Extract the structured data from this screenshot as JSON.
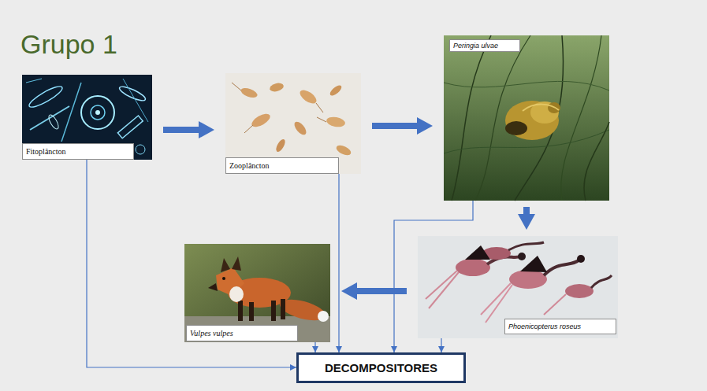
{
  "diagram": {
    "title": "Grupo 1",
    "nodes": [
      {
        "text": [
          "Fitoplâncton"
        ]
      },
      {
        "text": [
          "Zooplâncton"
        ]
      },
      {
        "text": [
          "Peringia ulvae"
        ]
      },
      {
        "text": [
          "Phoenicopterus roseus"
        ]
      },
      {
        "text": [
          "Vulpes vulpes"
        ]
      },
      {
        "text": [
          "DECOMPOSITORES"
        ]
      }
    ],
    "edges": [
      {
        "from": 0,
        "to": 1,
        "arrow": "to"
      },
      {
        "from": 1,
        "to": 2,
        "arrow": "to"
      },
      {
        "from": 2,
        "to": 3,
        "arrow": "to"
      },
      {
        "from": 3,
        "to": 4,
        "arrow": "to"
      },
      {
        "from": 0,
        "to": 5,
        "arrow": "to"
      },
      {
        "from": 1,
        "to": 5,
        "arrow": "to"
      },
      {
        "from": 2,
        "to": 5,
        "arrow": "to"
      },
      {
        "from": 3,
        "to": 5,
        "arrow": "to"
      },
      {
        "from": 4,
        "to": 5,
        "arrow": "to"
      }
    ]
  }
}
